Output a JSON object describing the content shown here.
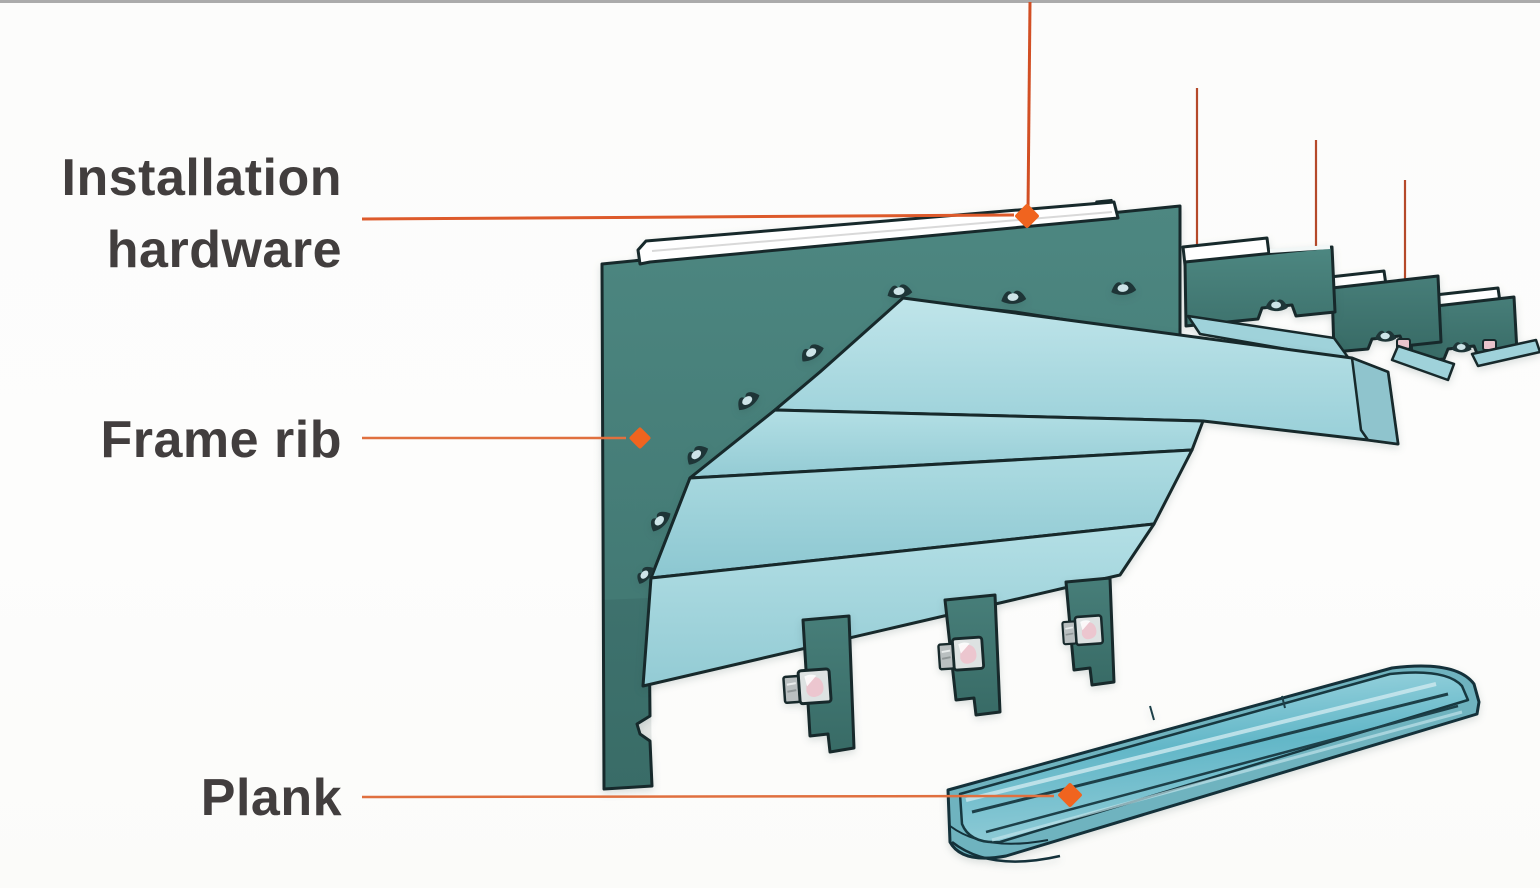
{
  "window": {
    "background": "#fcfcfb",
    "top_border_color": "#ababab"
  },
  "diagram": {
    "type": "labeled-illustration",
    "labels": [
      {
        "text": "Installation hardware",
        "target": "installation-hardware"
      },
      {
        "text": "Frame rib",
        "target": "frame-rib"
      },
      {
        "text": "Plank",
        "target": "plank"
      }
    ],
    "marker_shape": "diamond",
    "counts": {
      "suspension_wires": 4,
      "frame_ribs": 4,
      "hanging_tabs": 3,
      "plank_bands": 4,
      "detached_planks": 1
    },
    "colors": {
      "accent_orange": "#f0641f",
      "leader_line": "#df6034",
      "suspension_wire": "#c14a28",
      "rib_teal": "#47807a",
      "plank_light_blue": "#a9d8de",
      "detached_plank_cyan": "#6fb3bf",
      "hardware_rail_white": "#ffffff",
      "outline": "#17292b",
      "label_text": "#423e3e"
    }
  }
}
